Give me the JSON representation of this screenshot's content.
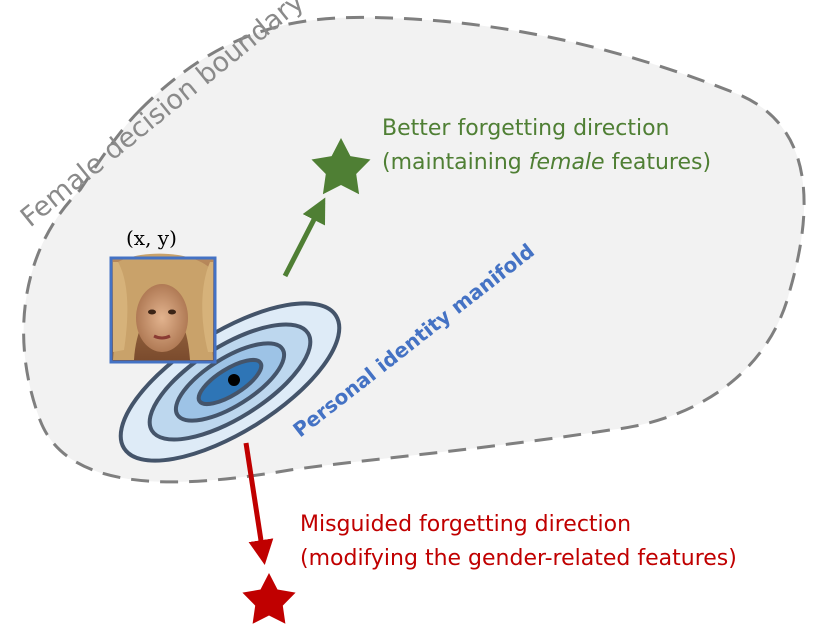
{
  "boundary_label": "Female decision boundary",
  "manifold_label": "Personal identity manifold",
  "sample_label": "(x, y)",
  "better": {
    "line1": "Better forgetting direction",
    "line2_pre": "(maintaining ",
    "line2_italic": "female",
    "line2_post": " features)"
  },
  "misguided": {
    "line1": "Misguided forgetting direction",
    "line2": "(modifying the gender-related features)"
  },
  "colors": {
    "better": "#4f7f34",
    "misguided": "#c00000",
    "manifold_text": "#4472c4",
    "boundary_text": "#8a8a8a",
    "region_fill": "#f2f2f2"
  }
}
